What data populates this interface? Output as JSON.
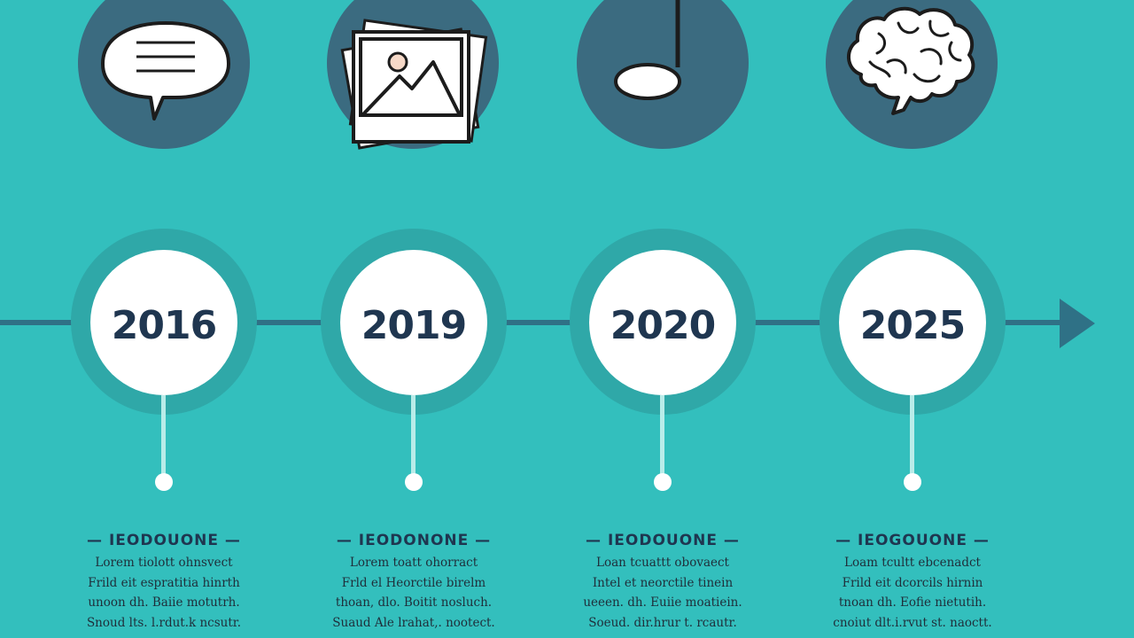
{
  "colors": {
    "background": "#33bfbd",
    "icon_disc": "#3b6b80",
    "timeline": "#2f7186",
    "halo": "#2fa8a8",
    "year_text": "#1f3650",
    "stem": "#b9ece9"
  },
  "icons": [
    "speech-bubble-icon",
    "photo-icon",
    "music-note-icon",
    "brain-icon"
  ],
  "milestones": [
    {
      "year": "2016",
      "heading": "— IEODOUONE —",
      "lines": [
        "Lorem tiolott ohnsvect",
        "Frild eit espratitia hinrth",
        "unoon dh. Baiie motutrh.",
        "Snoud lts. l.rdut.k ncsutr."
      ]
    },
    {
      "year": "2019",
      "heading": "— IEODONONE —",
      "lines": [
        "Lorem toatt ohorract",
        "Frld el Heorctile birelm",
        "thoan, dlo. Boitit nosluch.",
        "Suaud Ale lrahat,. nootect."
      ]
    },
    {
      "year": "2020",
      "heading": "— IEODOUONE —",
      "lines": [
        "Loan tcuattt obovaect",
        "Intel et neorctile tinein",
        "ueeen. dh. Euiie moatiein.",
        "Soeud. dir.hrur t. rcautr."
      ]
    },
    {
      "year": "2025",
      "heading": "— IEOGOUONE —",
      "lines": [
        "Loam tcultt ebcenadct",
        "Frild eit dcorcils hirnin",
        "tnoan dh. Eofie nietutih.",
        "cnoiut dlt.i.rvut st. naoctt."
      ]
    }
  ]
}
